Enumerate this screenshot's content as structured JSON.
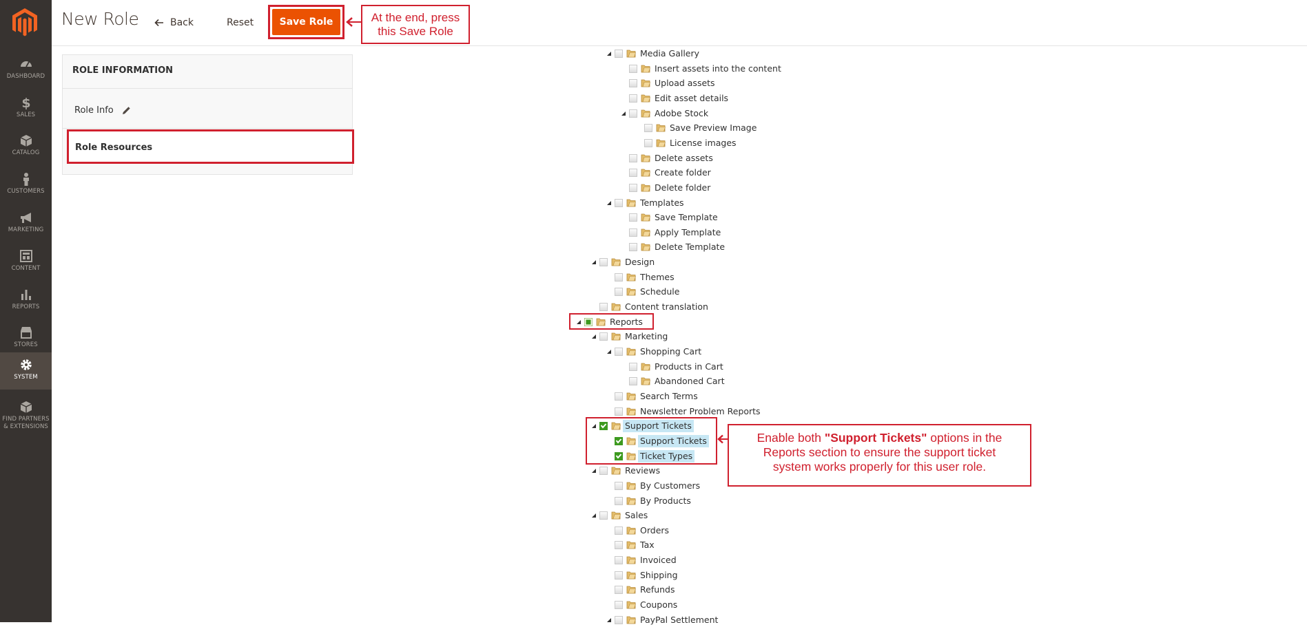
{
  "sidebar": {
    "items": [
      {
        "label": "DASHBOARD",
        "icon": "dashboard-icon"
      },
      {
        "label": "SALES",
        "icon": "dollar-icon"
      },
      {
        "label": "CATALOG",
        "icon": "cube-icon"
      },
      {
        "label": "CUSTOMERS",
        "icon": "person-icon"
      },
      {
        "label": "MARKETING",
        "icon": "megaphone-icon"
      },
      {
        "label": "CONTENT",
        "icon": "layout-icon"
      },
      {
        "label": "REPORTS",
        "icon": "bar-chart-icon"
      },
      {
        "label": "STORES",
        "icon": "storefront-icon"
      },
      {
        "label": "SYSTEM",
        "icon": "gear-icon"
      },
      {
        "label_line1": "FIND PARTNERS",
        "label_line2": "& EXTENSIONS",
        "icon": "box-icon"
      }
    ],
    "active": "SYSTEM"
  },
  "header": {
    "title": "New Role",
    "back_label": "Back",
    "reset_label": "Reset",
    "save_label": "Save Role"
  },
  "panel": {
    "heading": "ROLE INFORMATION",
    "tab_role_info": "Role Info",
    "tab_role_resources": "Role Resources"
  },
  "callouts": {
    "save_line1": "At the end, press",
    "save_line2": "this Save Role",
    "support_pre": "Enable both ",
    "support_bold": "\"Support Tickets\"",
    "support_post": " options in the Reports section to ensure the support ticket system works properly for this user role."
  },
  "tree": [
    {
      "label": "Media Gallery",
      "level": 3,
      "expanded": true,
      "state": "unchecked"
    },
    {
      "label": "Insert assets into the content",
      "level": 4,
      "state": "unchecked"
    },
    {
      "label": "Upload assets",
      "level": 4,
      "state": "unchecked"
    },
    {
      "label": "Edit asset details",
      "level": 4,
      "state": "unchecked"
    },
    {
      "label": "Adobe Stock",
      "level": 4,
      "expanded": true,
      "state": "unchecked"
    },
    {
      "label": "Save Preview Image",
      "level": 5,
      "state": "unchecked"
    },
    {
      "label": "License images",
      "level": 5,
      "state": "unchecked"
    },
    {
      "label": "Delete assets",
      "level": 4,
      "state": "unchecked"
    },
    {
      "label": "Create folder",
      "level": 4,
      "state": "unchecked"
    },
    {
      "label": "Delete folder",
      "level": 4,
      "state": "unchecked"
    },
    {
      "label": "Templates",
      "level": 3,
      "expanded": true,
      "state": "unchecked"
    },
    {
      "label": "Save Template",
      "level": 4,
      "state": "unchecked"
    },
    {
      "label": "Apply Template",
      "level": 4,
      "state": "unchecked"
    },
    {
      "label": "Delete Template",
      "level": 4,
      "state": "unchecked"
    },
    {
      "label": "Design",
      "level": 2,
      "expanded": true,
      "state": "unchecked"
    },
    {
      "label": "Themes",
      "level": 3,
      "state": "unchecked"
    },
    {
      "label": "Schedule",
      "level": 3,
      "state": "unchecked"
    },
    {
      "label": "Content translation",
      "level": 2,
      "state": "unchecked"
    },
    {
      "label": "Reports",
      "level": 1,
      "expanded": true,
      "state": "partial"
    },
    {
      "label": "Marketing",
      "level": 2,
      "expanded": true,
      "state": "unchecked"
    },
    {
      "label": "Shopping Cart",
      "level": 3,
      "expanded": true,
      "state": "unchecked"
    },
    {
      "label": "Products in Cart",
      "level": 4,
      "state": "unchecked"
    },
    {
      "label": "Abandoned Cart",
      "level": 4,
      "state": "unchecked"
    },
    {
      "label": "Search Terms",
      "level": 3,
      "state": "unchecked"
    },
    {
      "label": "Newsletter Problem Reports",
      "level": 3,
      "state": "unchecked"
    },
    {
      "label": "Support Tickets",
      "level": 2,
      "expanded": true,
      "state": "checked",
      "selected": true
    },
    {
      "label": "Support Tickets",
      "level": 3,
      "state": "checked",
      "selected": true
    },
    {
      "label": "Ticket Types",
      "level": 3,
      "state": "checked",
      "selected": true
    },
    {
      "label": "Reviews",
      "level": 2,
      "expanded": true,
      "state": "unchecked"
    },
    {
      "label": "By Customers",
      "level": 3,
      "state": "unchecked"
    },
    {
      "label": "By Products",
      "level": 3,
      "state": "unchecked"
    },
    {
      "label": "Sales",
      "level": 2,
      "expanded": true,
      "state": "unchecked"
    },
    {
      "label": "Orders",
      "level": 3,
      "state": "unchecked"
    },
    {
      "label": "Tax",
      "level": 3,
      "state": "unchecked"
    },
    {
      "label": "Invoiced",
      "level": 3,
      "state": "unchecked"
    },
    {
      "label": "Shipping",
      "level": 3,
      "state": "unchecked"
    },
    {
      "label": "Refunds",
      "level": 3,
      "state": "unchecked"
    },
    {
      "label": "Coupons",
      "level": 3,
      "state": "unchecked"
    },
    {
      "label": "PayPal Settlement",
      "level": 3,
      "expanded": true,
      "state": "unchecked"
    }
  ],
  "colors": {
    "sidebar_bg": "#373330",
    "accent_orange": "#eb5202",
    "annotation_red": "#d0202e",
    "selected_bg": "#c7e7f4"
  }
}
